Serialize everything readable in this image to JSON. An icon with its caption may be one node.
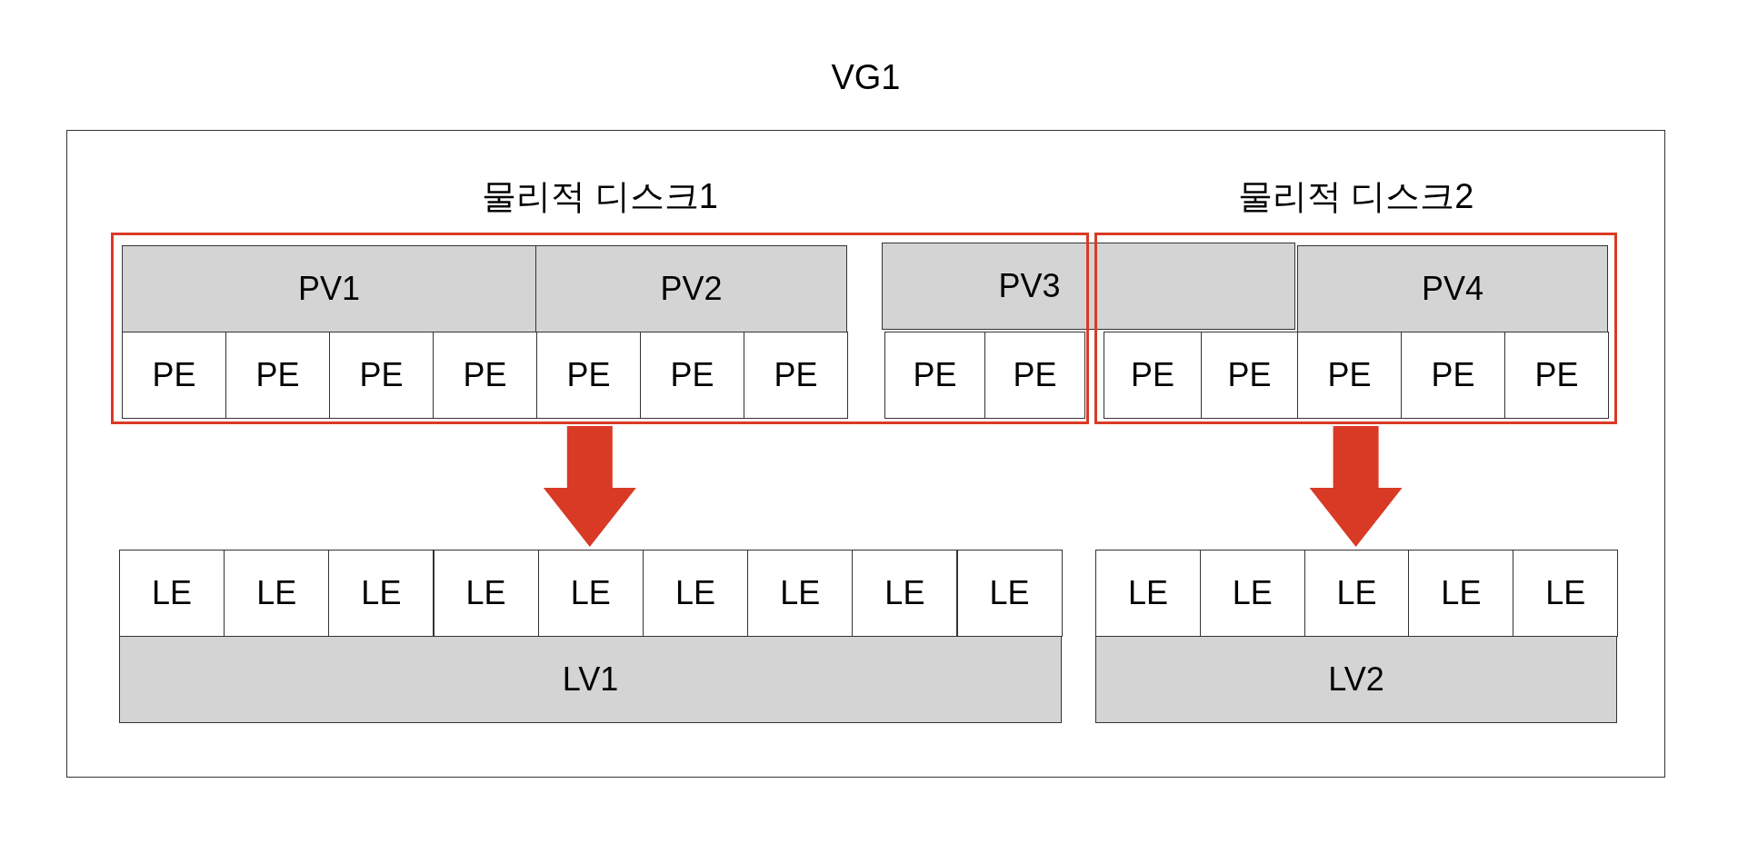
{
  "diagram": {
    "nodes": [
      {
        "text": [
          "VG1"
        ]
      },
      {
        "text": [
          "물리적 디스크1"
        ],
        "in": 0
      },
      {
        "text": [
          "물리적 디스크2"
        ],
        "in": 0
      },
      {
        "text": [
          "PV1"
        ],
        "in": 1
      },
      {
        "text": [
          "PV2"
        ],
        "in": 1
      },
      {
        "text": [
          "PV3"
        ],
        "in": 0
      },
      {
        "text": [
          "PV4"
        ],
        "in": 2
      },
      {
        "text": [
          "PE"
        ],
        "in": 1
      },
      {
        "text": [
          "PE"
        ],
        "in": 1
      },
      {
        "text": [
          "PE"
        ],
        "in": 1
      },
      {
        "text": [
          "PE"
        ],
        "in": 1
      },
      {
        "text": [
          "PE"
        ],
        "in": 1
      },
      {
        "text": [
          "PE"
        ],
        "in": 1
      },
      {
        "text": [
          "PE"
        ],
        "in": 1
      },
      {
        "text": [
          "PE"
        ],
        "in": 1
      },
      {
        "text": [
          "PE"
        ],
        "in": 1
      },
      {
        "text": [
          "PE"
        ],
        "in": 2
      },
      {
        "text": [
          "PE"
        ],
        "in": 2
      },
      {
        "text": [
          "PE"
        ],
        "in": 2
      },
      {
        "text": [
          "PE"
        ],
        "in": 2
      },
      {
        "text": [
          "PE"
        ],
        "in": 2
      },
      {
        "text": [
          "LE"
        ],
        "in": 0
      },
      {
        "text": [
          "LE"
        ],
        "in": 0
      },
      {
        "text": [
          "LE"
        ],
        "in": 0
      },
      {
        "text": [
          "LE"
        ],
        "in": 0
      },
      {
        "text": [
          "LE"
        ],
        "in": 0
      },
      {
        "text": [
          "LE"
        ],
        "in": 0
      },
      {
        "text": [
          "LE"
        ],
        "in": 0
      },
      {
        "text": [
          "LE"
        ],
        "in": 0
      },
      {
        "text": [
          "LE"
        ],
        "in": 0
      },
      {
        "text": [
          "LE"
        ],
        "in": 0
      },
      {
        "text": [
          "LE"
        ],
        "in": 0
      },
      {
        "text": [
          "LE"
        ],
        "in": 0
      },
      {
        "text": [
          "LE"
        ],
        "in": 0
      },
      {
        "text": [
          "LE"
        ],
        "in": 0
      },
      {
        "text": [
          "LV1"
        ],
        "in": 0
      },
      {
        "text": [
          "LV2"
        ],
        "in": 0
      }
    ],
    "edges": [
      {
        "from": 1,
        "to": 25,
        "arrow": "to"
      },
      {
        "from": 2,
        "to": 32,
        "arrow": "to"
      }
    ]
  }
}
